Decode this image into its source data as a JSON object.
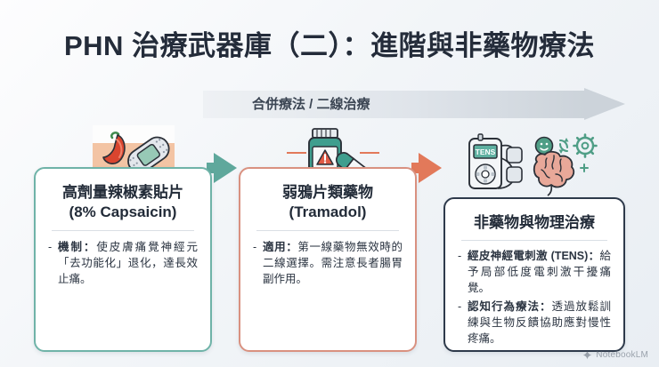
{
  "slide": {
    "title": "PHN 治療武器庫（二）：進階與非藥物療法",
    "banner_label": "合併療法 / 二線治療",
    "watermark": "NotebookLM",
    "watermark_icon": "notebooklm-logo-icon"
  },
  "colors": {
    "title_text": "#242c3a",
    "banner_fill": "#ccd3da",
    "card1_border": "#6fb3a8",
    "card2_border": "#d99180",
    "card3_border": "#2e3a4b",
    "arrow1": "#5fa89c",
    "arrow2": "#e2795a",
    "background": "#eef2f6"
  },
  "illustrations": [
    {
      "name": "chili-pepper-patch-icon",
      "caption_for": "capsaicin"
    },
    {
      "name": "pill-bottle-warning-icon",
      "caption_for": "tramadol"
    },
    {
      "name": "tens-device-brain-icon",
      "caption_for": "nonpharm"
    }
  ],
  "cards": [
    {
      "id": "capsaicin",
      "title_line1": "高劑量辣椒素貼片",
      "title_line2": "(8% Capsaicin)",
      "bullets": [
        {
          "lead": "機制：",
          "text": "使皮膚痛覺神經元「去功能化」退化，達長效止痛。"
        }
      ]
    },
    {
      "id": "tramadol",
      "title_line1": "弱鴉片類藥物",
      "title_line2": "(Tramadol)",
      "bullets": [
        {
          "lead": "適用：",
          "text": "第一線藥物無效時的二線選擇。需注意長者腸胃副作用。"
        }
      ]
    },
    {
      "id": "nonpharm",
      "title_line1": "非藥物與物理治療",
      "title_line2": "",
      "bullets": [
        {
          "lead": "經皮神經電刺激 (TENS)：",
          "text": "給予局部低度電刺激干擾痛覺。"
        },
        {
          "lead": "認知行為療法：",
          "text": "透過放鬆訓練與生物反饋協助應對慢性疼痛。"
        }
      ]
    }
  ]
}
